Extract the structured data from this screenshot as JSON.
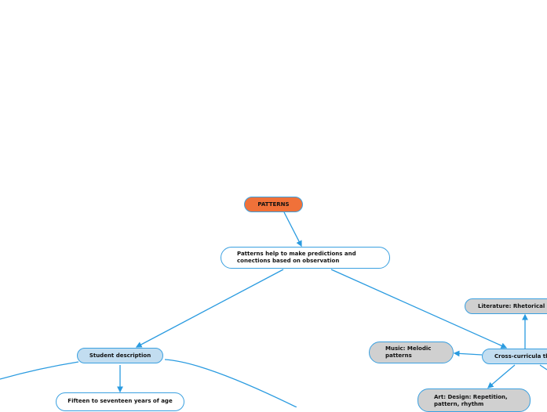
{
  "colors": {
    "root": "#f07139",
    "blue_node": "#c2ddf0",
    "grey_node": "#d0d0d0",
    "line": "#2a9be0"
  },
  "nodes": {
    "root": "PATTERNS",
    "main": "Patterns help to make predictions and conections based on observation",
    "student": "Student description",
    "age": "Fifteen to seventeen years of age",
    "cross": "Cross-curricula th",
    "literature": "Literature: Rhetorical l",
    "music": "Music: Melodic patterns",
    "art": "Art: Design: Repetition, pattern, rhythm"
  }
}
